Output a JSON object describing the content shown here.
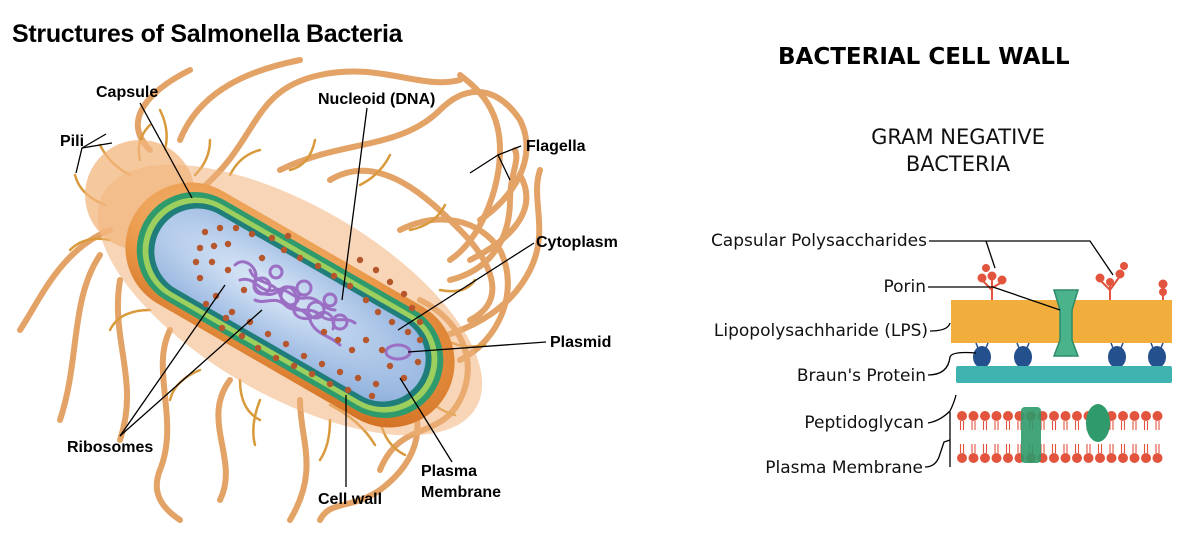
{
  "left_panel": {
    "title": "Structures of Salmonella Bacteria",
    "labels": {
      "capsule": "Capsule",
      "pili": "Pili",
      "nucleoid": "Nucleoid (DNA)",
      "flagella": "Flagella",
      "cytoplasm": "Cytoplasm",
      "plasmid": "Plasmid",
      "ribosomes": "Ribosomes",
      "cell_wall": "Cell wall",
      "plasma_membrane_1": "Plasma",
      "plasma_membrane_2": "Membrane"
    }
  },
  "right_panel": {
    "title": "BACTERIAL CELL WALL",
    "subtitle_1": "GRAM NEGATIVE",
    "subtitle_2": "BACTERIA",
    "labels": {
      "capsular": "Capsular Polysaccharides",
      "porin": "Porin",
      "lps": "Lipopolysachharide (LPS)",
      "braun": "Braun's Protein",
      "peptidoglycan": "Peptidoglycan",
      "plasma_membrane": "Plasma Membrane"
    }
  },
  "colors": {
    "flagella": "#e9a56a",
    "cell_body": "#e8913f",
    "capsule_green": "#2f9a6b",
    "cytoplasm": "#a9c4e6",
    "dna": "#9b6fc4",
    "ribosome": "#b5562c",
    "lps": "#f2ae3c",
    "peptidoglycan": "#3fb3b0",
    "membrane_head": "#e2543e",
    "protein_blue": "#24508e",
    "porin_green": "#4bb38c"
  }
}
